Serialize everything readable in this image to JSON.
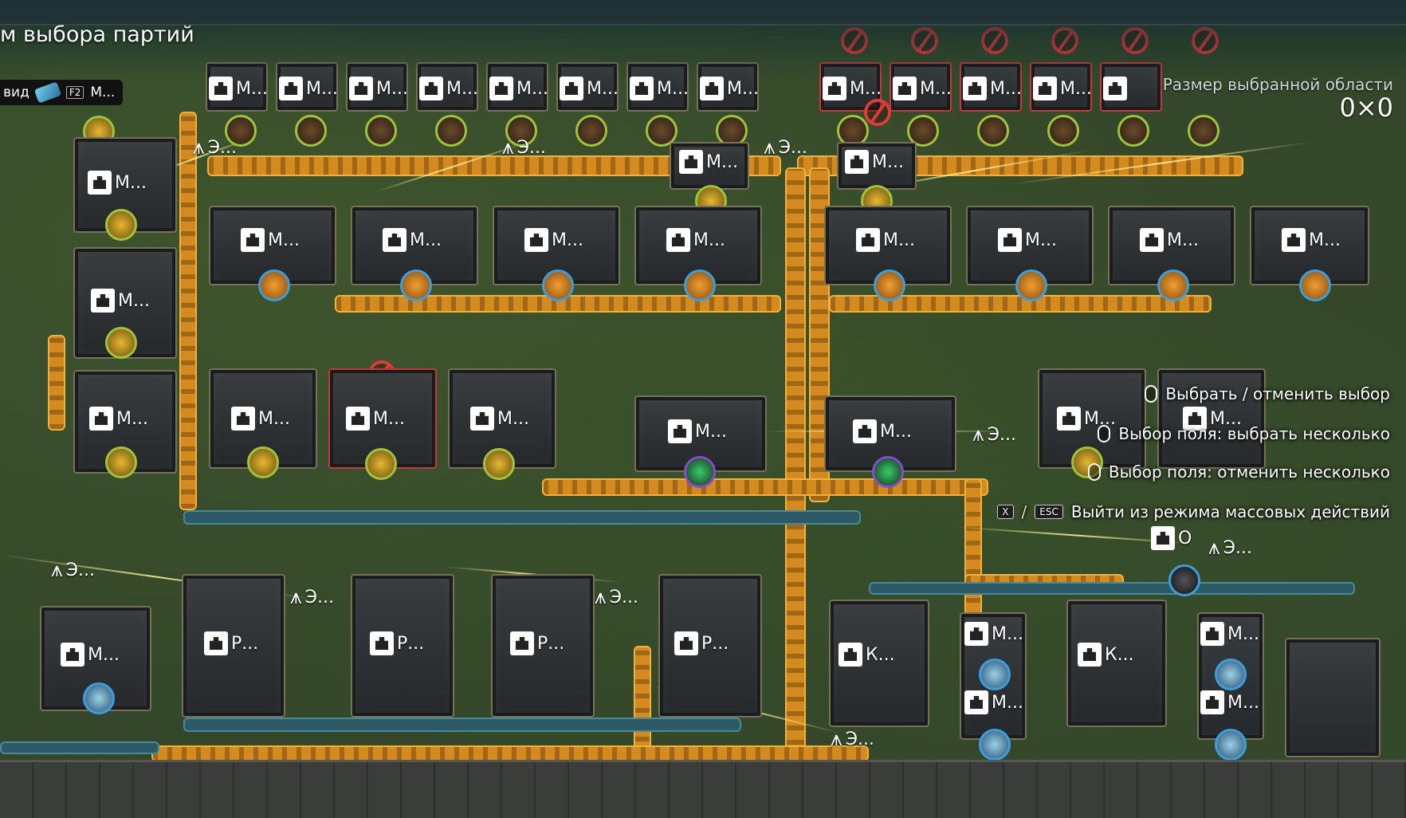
{
  "hud": {
    "title": "м выбора партий",
    "view_label": "вид",
    "view_key": "F2",
    "view_machine": "М...",
    "area_label": "Размер выбранной области",
    "area_value": "0×0"
  },
  "hints": [
    {
      "text": "Выбрать / отменить выбор"
    },
    {
      "text": "Выбор поля: выбрать несколько"
    },
    {
      "text": "Выбор поля: отменить несколько"
    },
    {
      "key1": "X",
      "key2": "ESC",
      "text": "Выйти из режима массовых действий"
    }
  ],
  "labels": {
    "M": "М...",
    "E": "Э...",
    "P": "Р...",
    "K": "К...",
    "O": "О"
  }
}
